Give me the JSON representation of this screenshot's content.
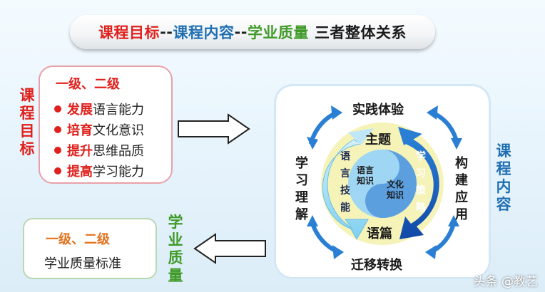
{
  "title": {
    "part1": "课程目标",
    "dash1": "--",
    "part2": "课程内容",
    "dash2": "--",
    "part3": "学业质量",
    "part4": "三者整体关系"
  },
  "goals": {
    "side_label": [
      "课",
      "程",
      "目",
      "标"
    ],
    "level": "一级、二级",
    "items": [
      {
        "keyword": "发展",
        "rest": "语言能力"
      },
      {
        "keyword": "培育",
        "rest": "文化意识"
      },
      {
        "keyword": "提升",
        "rest": "思维品质"
      },
      {
        "keyword": "提高",
        "rest": "学习能力"
      }
    ]
  },
  "quality": {
    "side_label": [
      "学",
      "业",
      "质",
      "量"
    ],
    "level": "一级、二级",
    "standard": "学业质量标准"
  },
  "content": {
    "side_label": [
      "课",
      "程",
      "内",
      "容"
    ],
    "top": "实践体验",
    "bottom": "迁移转换",
    "left": [
      "学",
      "习",
      "理",
      "解"
    ],
    "right": [
      "构",
      "建",
      "应",
      "用"
    ],
    "theme": "主题",
    "discourse": "语篇",
    "skills": [
      "语",
      "言",
      "技",
      "能"
    ],
    "strategies": [
      "学",
      "习",
      "策",
      "略"
    ],
    "lang_knowledge": [
      "语言",
      "知识"
    ],
    "culture_knowledge": [
      "文化",
      "知识"
    ]
  },
  "watermark": "头条 @教艺",
  "colors": {
    "red": "#e0201c",
    "blue": "#1f6fb3",
    "green": "#3f9a28",
    "orange": "#e2731f"
  }
}
